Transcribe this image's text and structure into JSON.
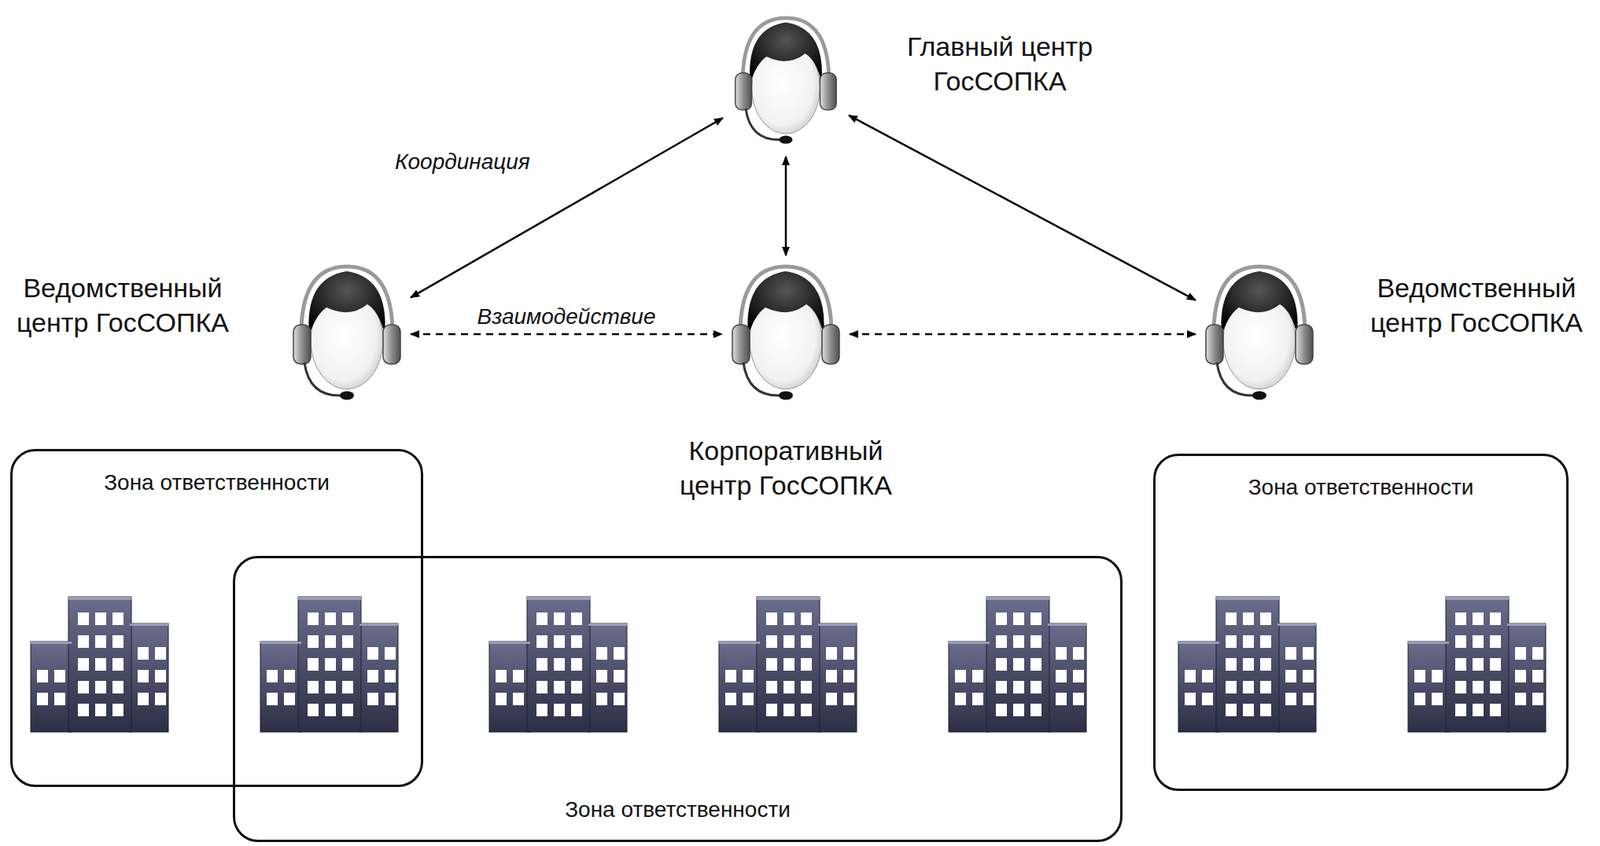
{
  "diagram": {
    "nodes": [
      {
        "text": [
          "Главный центр ГосСОПКА"
        ]
      },
      {
        "text": [
          "Ведомственный центр ГосСОПКА"
        ]
      },
      {
        "text": [
          "Корпоративный центр ГосСОПКА"
        ]
      },
      {
        "text": [
          "Ведомственный центр ГосСОПКА"
        ]
      },
      {
        "text": [
          "Зона ответственности"
        ]
      },
      {
        "text": [
          "Зона ответственности"
        ]
      },
      {
        "text": [
          "Зона ответственности"
        ]
      }
    ],
    "edges": [
      {
        "from": 0,
        "to": 1,
        "arrow": "both",
        "label": "Координация"
      },
      {
        "from": 0,
        "to": 2,
        "arrow": "both"
      },
      {
        "from": 0,
        "to": 3,
        "arrow": "both"
      },
      {
        "from": 1,
        "to": 2,
        "arrow": "both",
        "label": "Взаимодействие"
      },
      {
        "from": 2,
        "to": 3,
        "arrow": "both"
      }
    ]
  }
}
